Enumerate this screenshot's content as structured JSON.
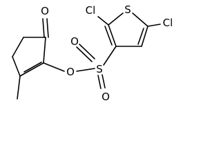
{
  "molecule": {
    "atoms": {
      "cl_top": "Cl",
      "s_ring": "S",
      "cl_right": "Cl",
      "o_carbonyl": "O",
      "o_sulfonyl_a": "O",
      "o_ester": "O",
      "s_sulfonyl": "S",
      "o_sulfonyl_b": "O"
    }
  }
}
